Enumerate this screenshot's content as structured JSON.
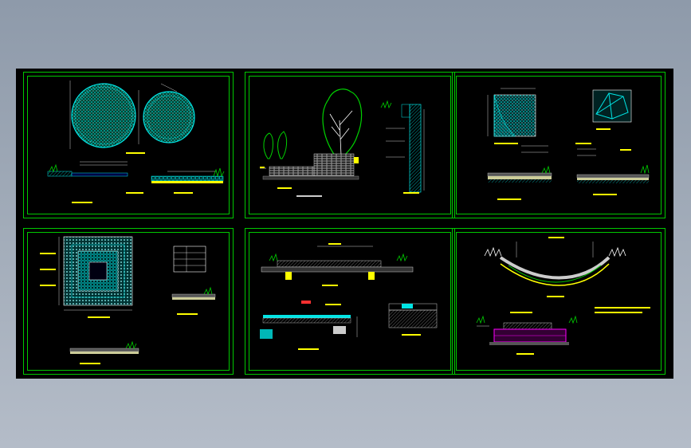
{
  "viewport": {
    "background": "#000000",
    "frame_color": "#00c800"
  },
  "sheets": [
    {
      "id": "sheet-1",
      "content": "tree-pool-circular-paving"
    },
    {
      "id": "sheet-2",
      "content": "tree-planter-section"
    },
    {
      "id": "sheet-3",
      "content": "paving-sample-details"
    },
    {
      "id": "sheet-4",
      "content": "square-grid-paving"
    },
    {
      "id": "sheet-5",
      "content": "path-section-details"
    },
    {
      "id": "sheet-6",
      "content": "curved-edge-section"
    }
  ],
  "colors": {
    "cyan": "#00e5e5",
    "green": "#00d000",
    "yellow": "#ffff00",
    "white": "#ffffff",
    "magenta": "#ff00ff",
    "red": "#ff3030"
  }
}
